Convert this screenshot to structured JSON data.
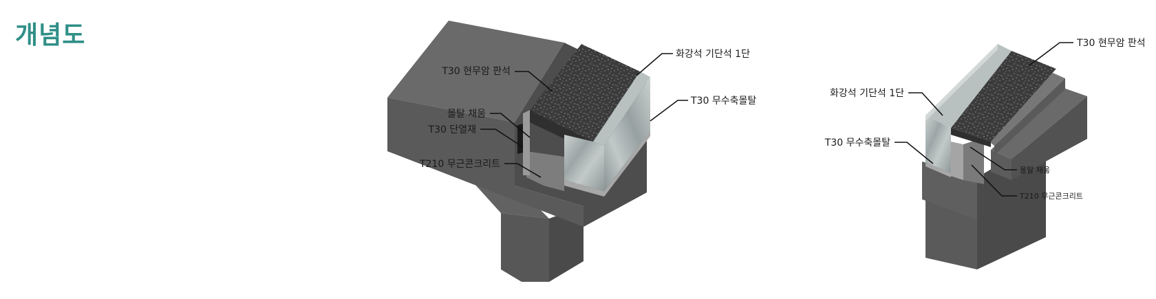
{
  "title": "개념도",
  "colors": {
    "title": "#2f8f87",
    "concrete_dark": "#575757",
    "concrete_mid": "#686868",
    "concrete_light": "#7a7a7a",
    "granite": "#b8c0c0",
    "basalt": "#3a3a3a",
    "mortar": "#a8a8a8",
    "insulation": "#1e1e1e"
  },
  "left_diagram": {
    "labels": {
      "top_stone": "화강석 기단석 1단",
      "paving": "T30 현무암 판석",
      "waterproof_mortar": "T30 무수축몰탈",
      "mortar_fill": "몰탈 채움",
      "insulation": "T30 단열재",
      "concrete": "T210 무근콘크리트"
    }
  },
  "right_diagram": {
    "labels": {
      "paving": "T30 현무암 판석",
      "top_stone": "화강석 기단석 1단",
      "waterproof_mortar": "T30 무수축몰탈",
      "mortar_fill": "몰탈 채움",
      "concrete": "T210 무근콘크리트"
    }
  }
}
